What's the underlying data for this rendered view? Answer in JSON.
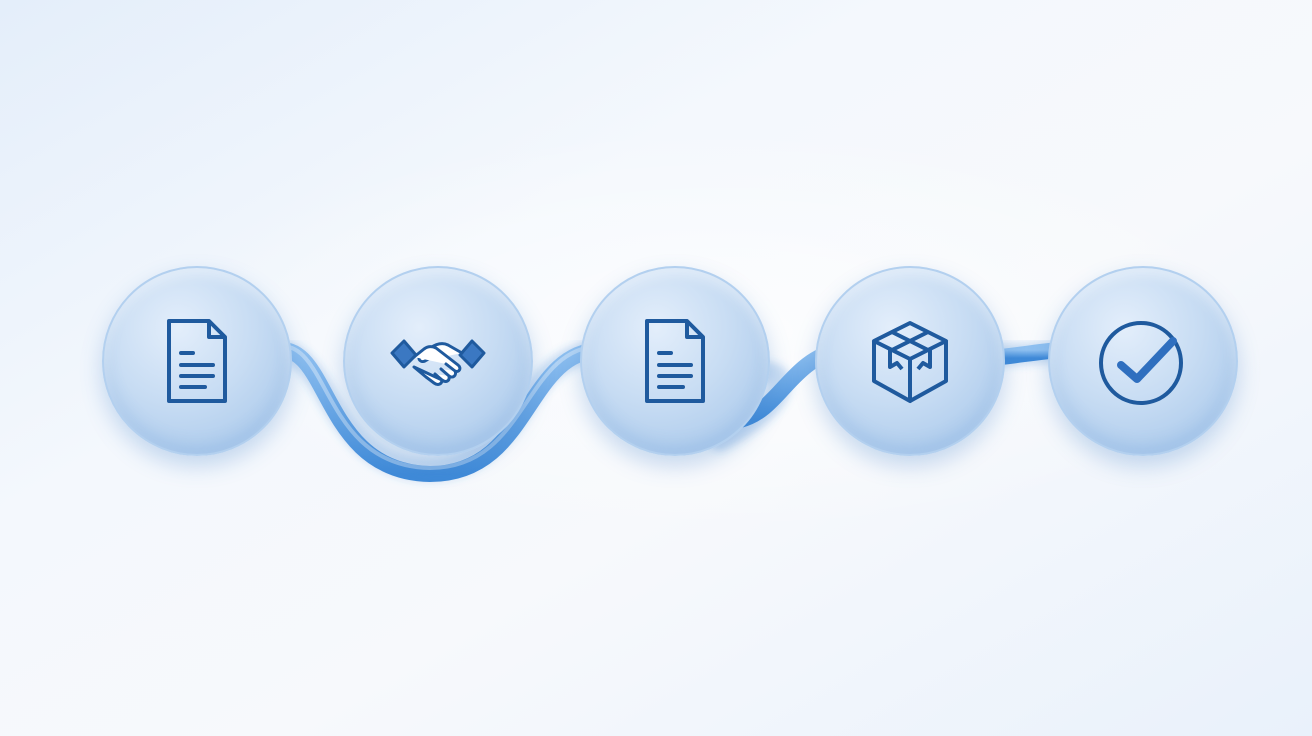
{
  "diagram": {
    "steps": [
      {
        "id": "step-1",
        "icon": "document-icon"
      },
      {
        "id": "step-2",
        "icon": "handshake-icon"
      },
      {
        "id": "step-3",
        "icon": "document-icon"
      },
      {
        "id": "step-4",
        "icon": "package-box-icon"
      },
      {
        "id": "step-5",
        "icon": "checkmark-circle-icon"
      }
    ],
    "colors": {
      "background": "#f3f7fc",
      "circle_fill": "#c7dcf3",
      "circle_border": "#b3d0ef",
      "icon_stroke": "#1f5a9e",
      "connector": "#4a90d9"
    }
  }
}
